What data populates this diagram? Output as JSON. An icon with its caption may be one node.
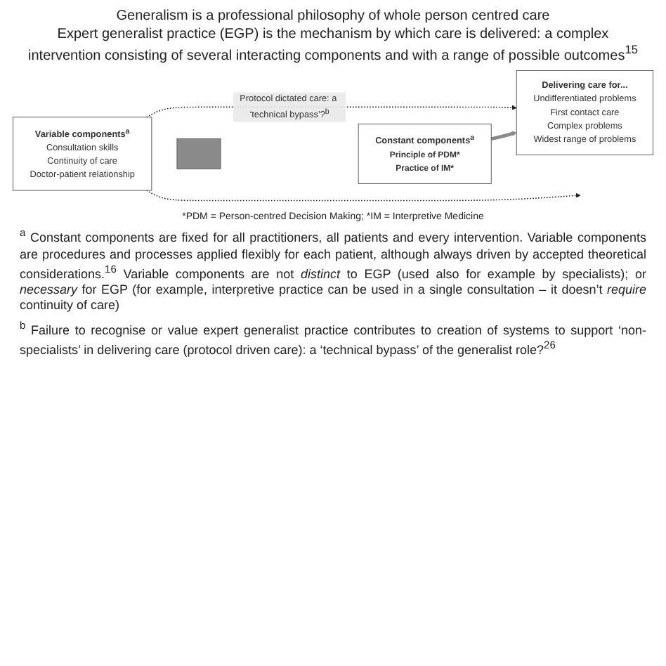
{
  "diagram": {
    "title": "Generalism is a professional philosophy of whole person centred care",
    "nodes": [
      {
        "text": [
          "Variable components$^{a}$",
          "Consultation skills",
          "Continuity of care",
          "Doctor-patient relationship"
        ]
      },
      {
        "text": [],
        "shape": "plus"
      },
      {
        "text": [
          "Constant components$^{a}$",
          "Principle of PDM*",
          "Practice of IM*"
        ]
      },
      {
        "text": [
          "Delivering care for...",
          "Undifferentiated problems",
          "First contact care",
          "Complex problems",
          "Widest range of problems"
        ]
      }
    ],
    "edges": [
      {
        "from": 2,
        "to": 3,
        "arrow": "to",
        "style": "thick",
        "color": "#8a8a8a"
      },
      {
        "from": 0,
        "to": 3,
        "arrow": "to",
        "label": "Protocol dictated care: a ‘technical bypass’?$^{b}$",
        "style": "dashed"
      },
      {
        "from": 0,
        "to": null,
        "arrow": "to",
        "style": "dashed"
      }
    ],
    "labels": [
      "Expert generalist practice (EGP) is the mechanism by which care is delivered: a complex intervention consisting of several interacting components and with a range of possible outcomes$^{15}$",
      "*PDM = Person-centred Decision Making; *IM = Interpretive Medicine",
      "$^{a}$ Constant components are fixed for all practitioners, all patients and every intervention. Variable components are procedures and processes applied flexibly for each patient, although always driven by accepted theoretical considerations.$^{16}$ Variable components are not *distinct* to EGP (used also for example by specialists); or *necessary* for EGP (for example, interpretive practice can be used in a single consultation – it doesn’t *require* continuity of care)",
      "$^{b}$ Failure to recognise or value expert generalist practice contributes to creation of systems to support ‘non-specialists’ in delivering care (protocol driven care): a ‘technical bypass’ of the generalist role?$^{26}$"
    ]
  }
}
